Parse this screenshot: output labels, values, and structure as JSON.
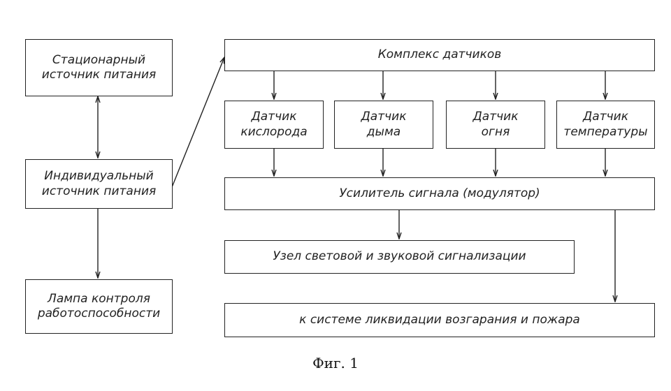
{
  "diagram": {
    "left_column": {
      "stationary_power": [
        "Стационарный",
        "источник питания"
      ],
      "individual_power": [
        "Индивидуальный",
        "источник питания"
      ],
      "health_lamp": [
        "Лампа контроля",
        "работоспособности"
      ]
    },
    "sensor_complex": "Комплекс датчиков",
    "sensors": [
      [
        "Датчик",
        "кислорода"
      ],
      [
        "Датчик",
        "дыма"
      ],
      [
        "Датчик",
        "огня"
      ],
      [
        "Датчик",
        "температуры"
      ]
    ],
    "amplifier": "Усилитель сигнала (модулятор)",
    "alarm_unit": "Узел световой и звуковой сигнализации",
    "extinguish_system": "к системе ликвидации возгарания и пожара"
  },
  "caption": "Фиг. 1"
}
